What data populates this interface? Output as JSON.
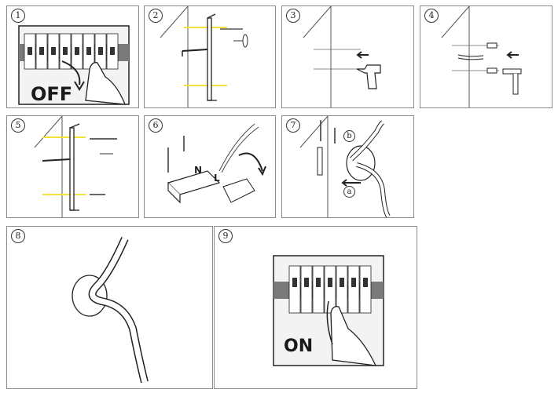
{
  "steps": [
    {
      "num": "1",
      "label": "OFF"
    },
    {
      "num": "2"
    },
    {
      "num": "3"
    },
    {
      "num": "4"
    },
    {
      "num": "5"
    },
    {
      "num": "6",
      "wire_labels": [
        "N",
        "L"
      ]
    },
    {
      "num": "7",
      "markers": [
        "b",
        "a"
      ]
    },
    {
      "num": "8"
    },
    {
      "num": "9",
      "label": "ON"
    }
  ]
}
